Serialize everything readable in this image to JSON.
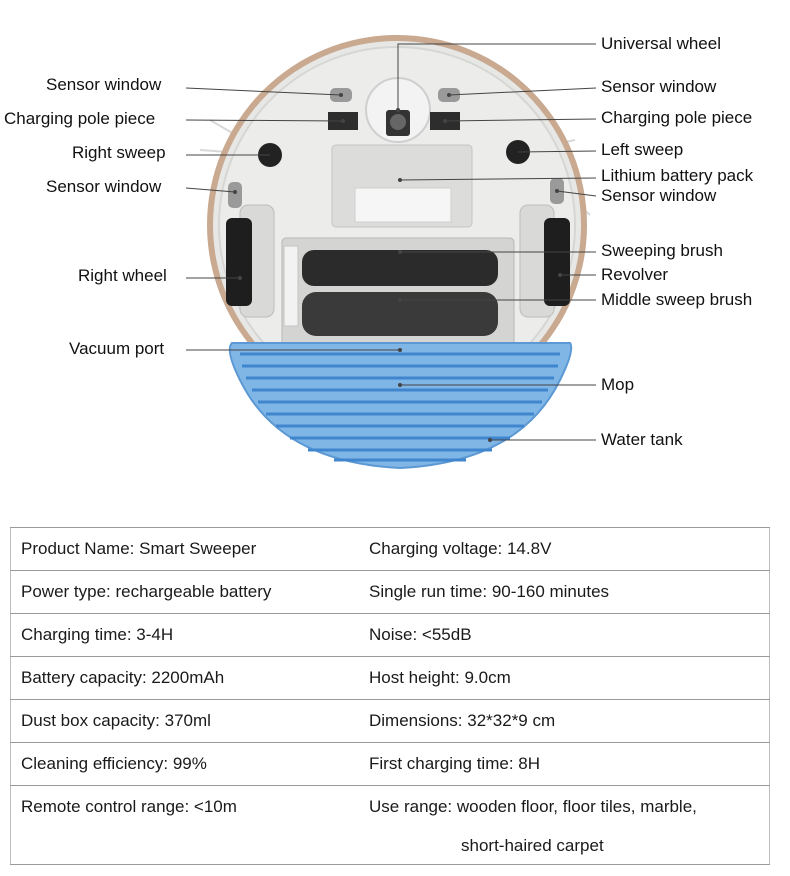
{
  "colors": {
    "body_shell": "#e7e7e5",
    "rim": "#c9a98f",
    "mop_light": "#7fb6e6",
    "mop_dark": "#3f86cf",
    "brush_dark": "#2b2b2b",
    "wheel": "#1e1e1e",
    "line": "#444444"
  },
  "labels_left": {
    "sensor_window_1": "Sensor window",
    "charging_pole_piece": "Charging pole piece",
    "right_sweep": "Right sweep",
    "sensor_window_2": "Sensor window",
    "right_wheel": "Right wheel",
    "vacuum_port": "Vacuum port"
  },
  "labels_right": {
    "universal_wheel": "Universal wheel",
    "sensor_window_1": "Sensor window",
    "charging_pole_piece": "Charging pole piece",
    "left_sweep": "Left sweep",
    "lithium_battery_pack": "Lithium battery pack",
    "sensor_window_2": "Sensor window",
    "sweeping_brush": "Sweeping brush",
    "revolver": "Revolver",
    "middle_sweep_brush": "Middle sweep brush",
    "mop": "Mop",
    "water_tank": "Water tank"
  },
  "specs": [
    [
      "Product Name: Smart Sweeper",
      "Charging voltage: 14.8V"
    ],
    [
      "Power type: rechargeable battery",
      "Single run time: 90-160 minutes"
    ],
    [
      "Charging time: 3-4H",
      "Noise: <55dB"
    ],
    [
      "Battery capacity: 2200mAh",
      "Host height: 9.0cm"
    ],
    [
      "Dust box capacity: 370ml",
      "Dimensions: 32*32*9 cm"
    ],
    [
      "Cleaning efficiency: 99%",
      "First charging time: 8H"
    ],
    [
      "Remote control range: <10m",
      "Use range: wooden floor, floor tiles, marble,"
    ]
  ],
  "specs_continuation": "short-haired carpet"
}
